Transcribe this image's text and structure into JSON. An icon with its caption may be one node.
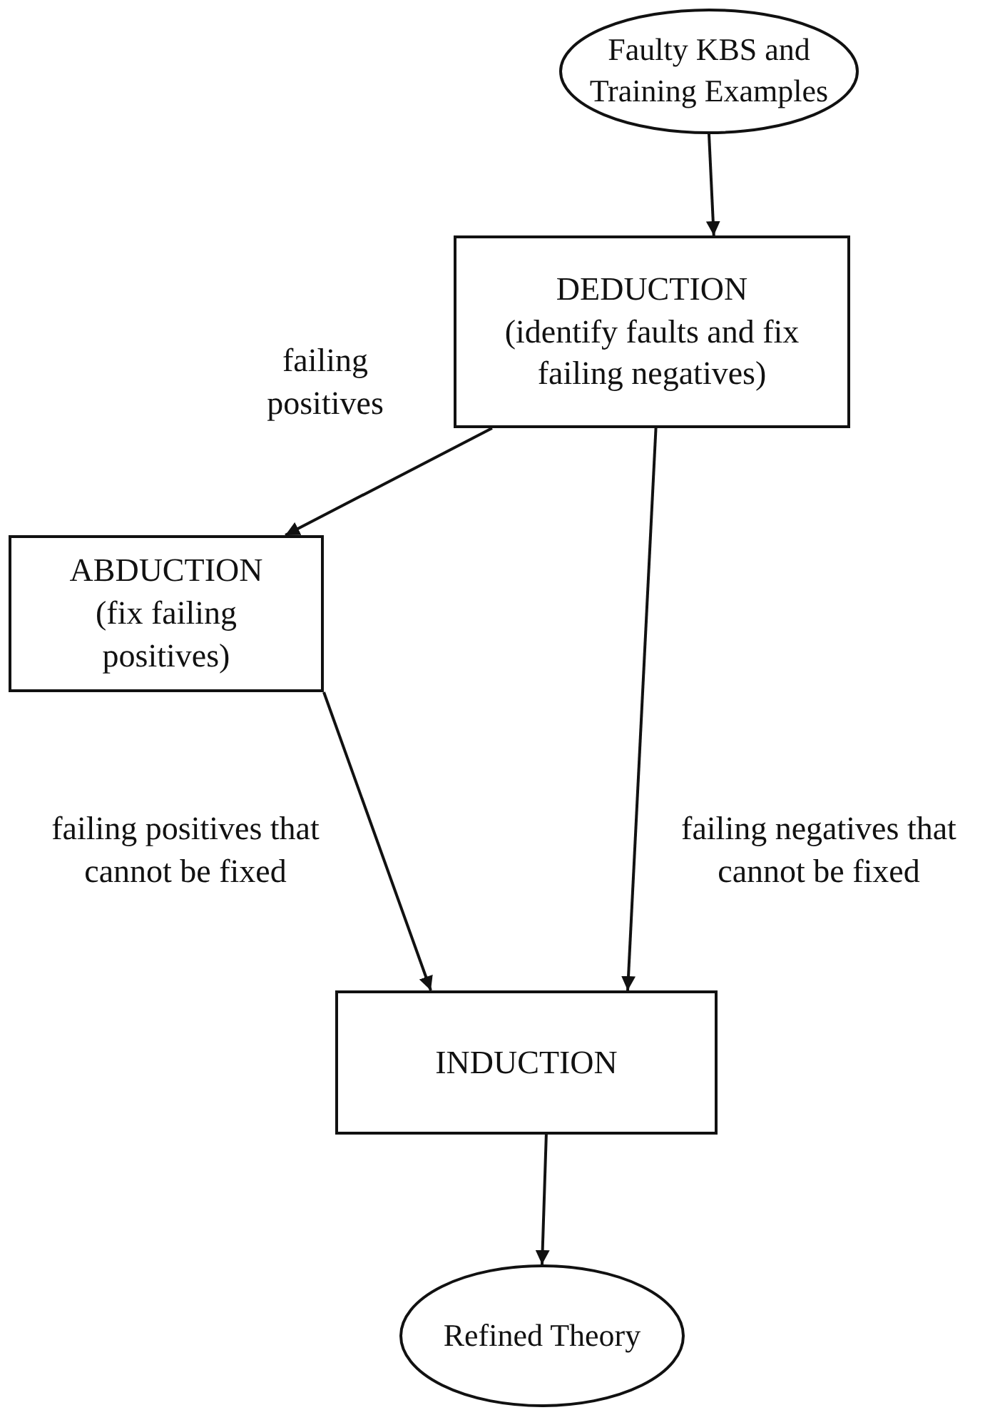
{
  "diagram": {
    "nodes": [
      {
        "text": [
          "Faulty KBS and Training Examples"
        ]
      },
      {
        "text": [
          "DEDUCTION",
          "(identify faults and fix failing negatives)"
        ]
      },
      {
        "text": [
          "ABDUCTION",
          "(fix failing positives)"
        ]
      },
      {
        "text": [
          "INDUCTION"
        ]
      },
      {
        "text": [
          "Refined Theory"
        ]
      }
    ],
    "edges": [
      {
        "from": 0,
        "to": 1,
        "arrow": "to"
      },
      {
        "from": 1,
        "to": 2,
        "arrow": "to",
        "label": "failing positives"
      },
      {
        "from": 2,
        "to": 3,
        "arrow": "to",
        "label": "failing positives that cannot be fixed"
      },
      {
        "from": 1,
        "to": 3,
        "arrow": "to",
        "label": "failing negatives that cannot be fixed"
      },
      {
        "from": 3,
        "to": 4,
        "arrow": "to"
      }
    ]
  }
}
